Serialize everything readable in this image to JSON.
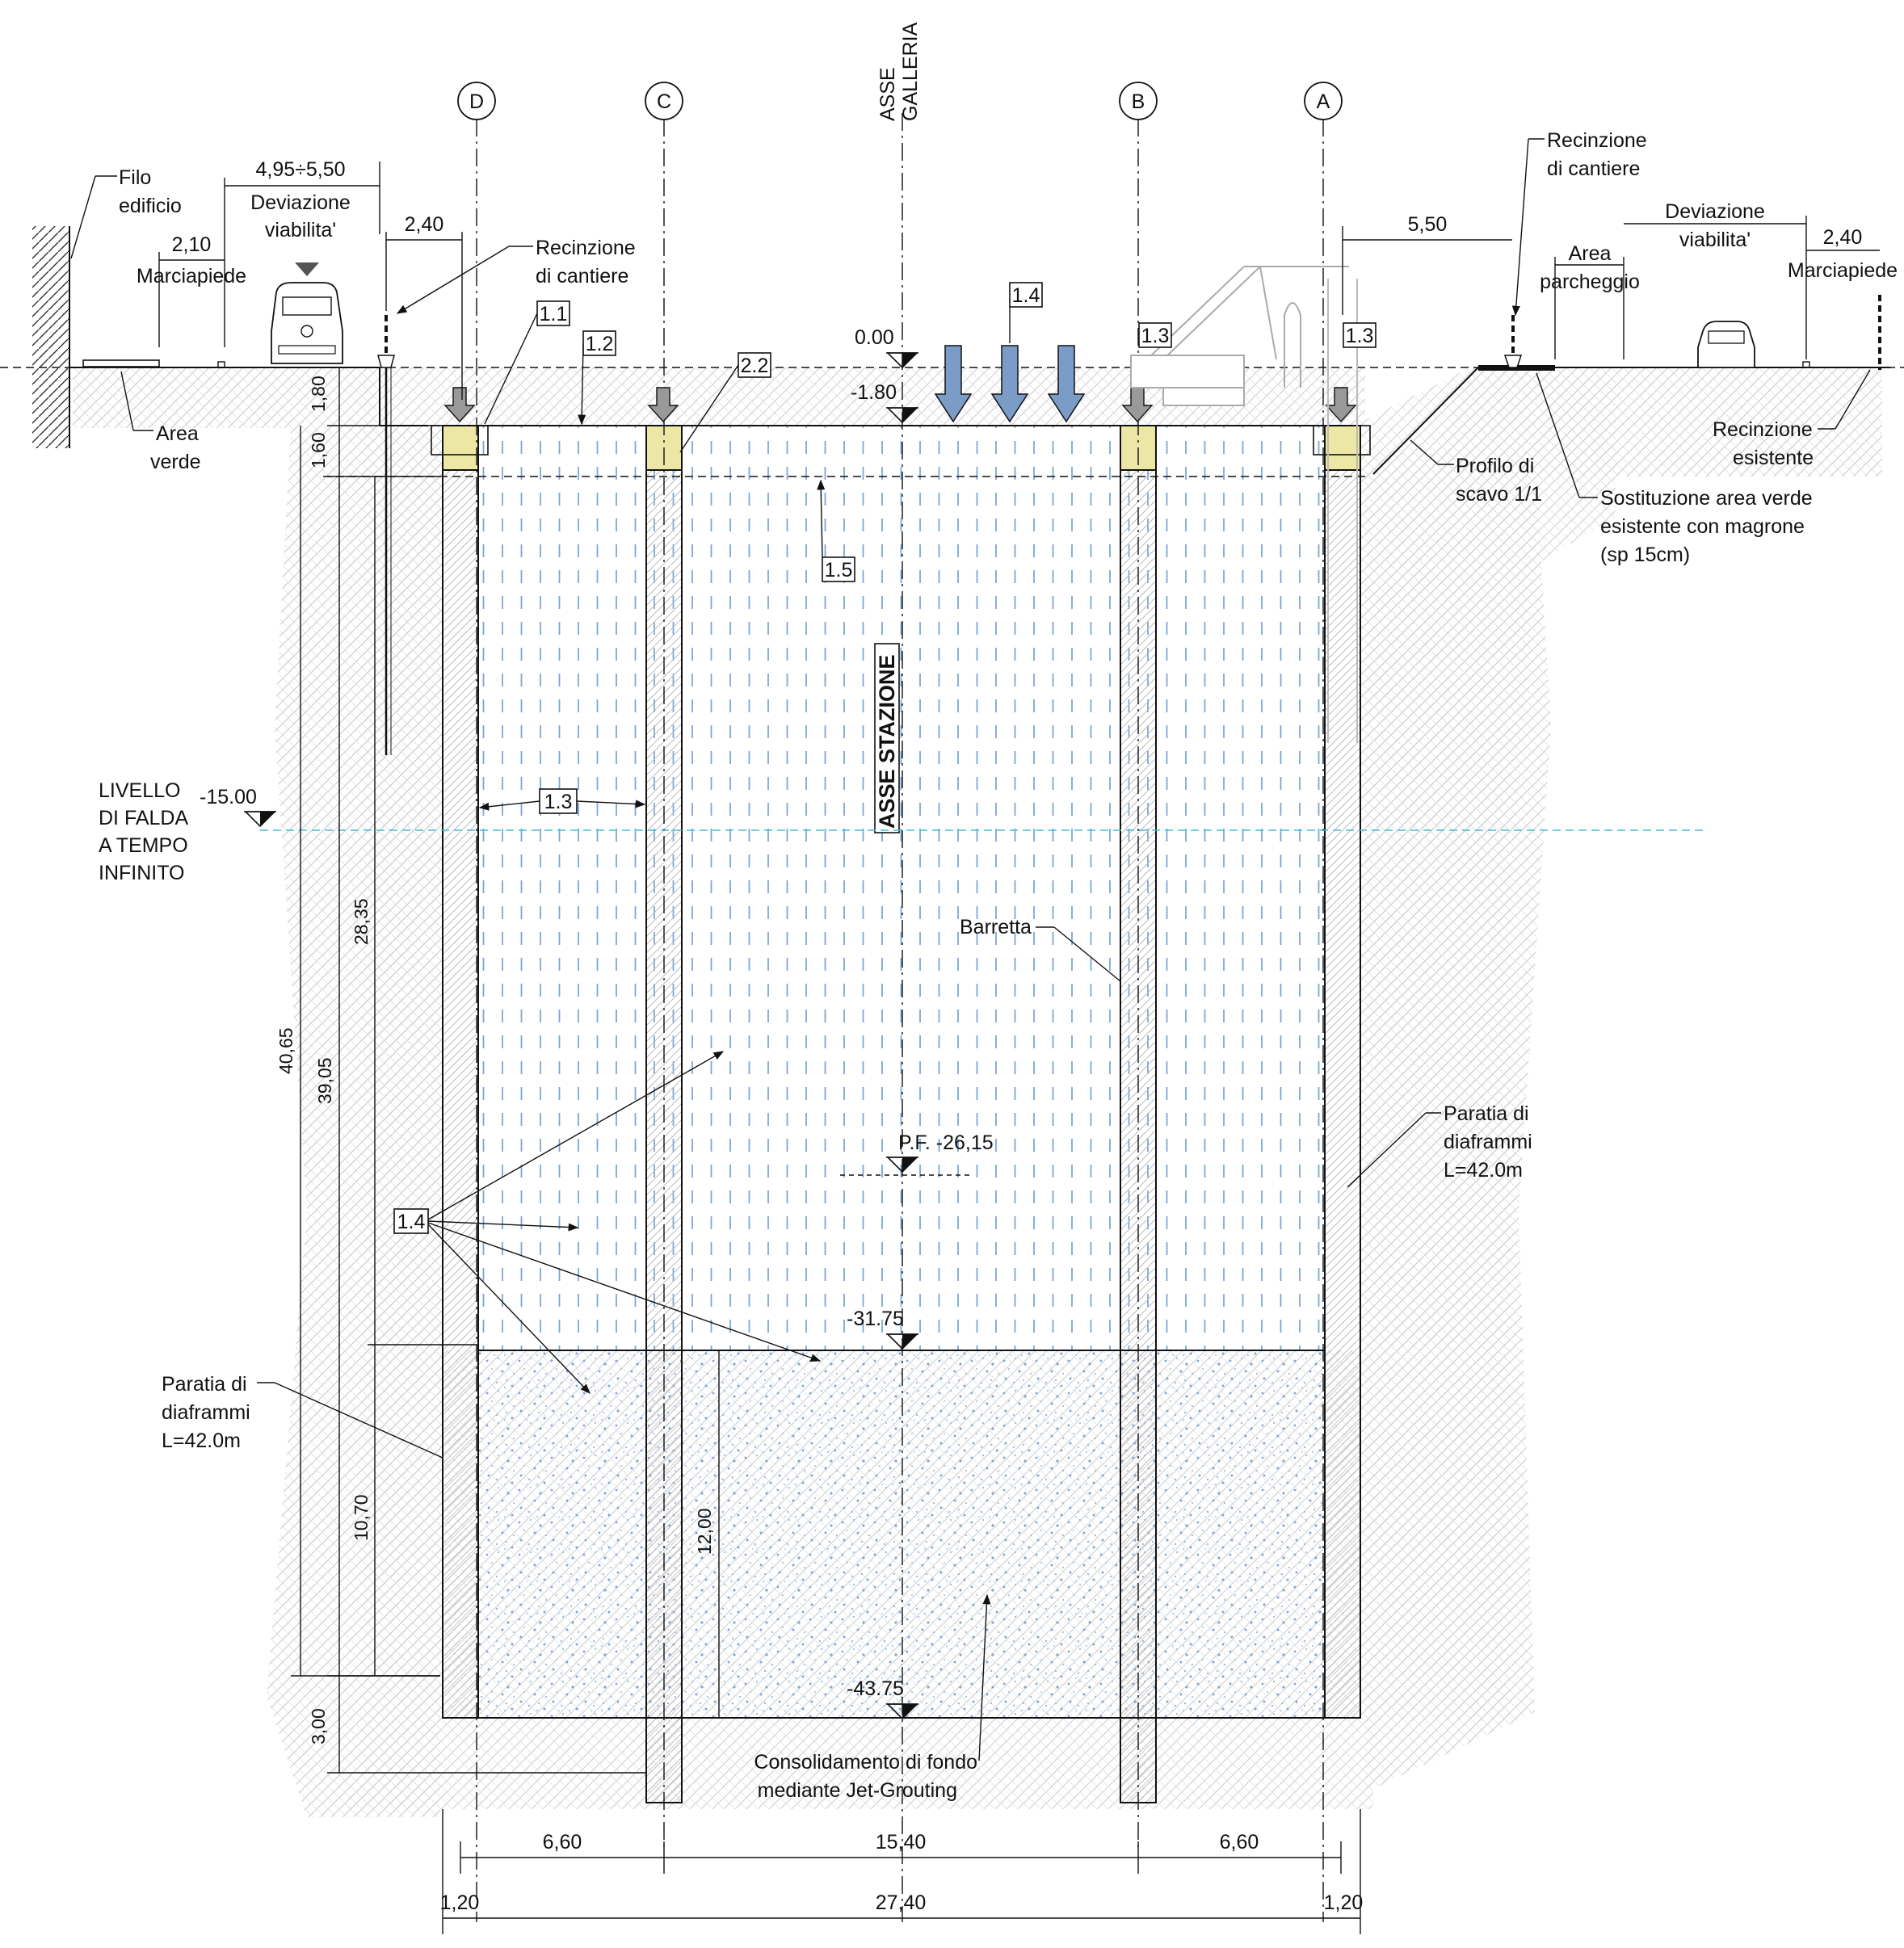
{
  "labels": {
    "asse_galleria_1": "ASSE",
    "asse_galleria_2": "GALLERIA",
    "asse_stazione": "ASSE STAZIONE",
    "filo_edificio_1": "Filo",
    "filo_edificio_2": "edificio",
    "area_verde_1": "Area",
    "area_verde_2": "verde",
    "dev_left_dim": "4,95÷5,50",
    "dev_left_1": "Deviazione",
    "dev_left_2": "viabilita'",
    "marc_left_dim": "2,10",
    "marc_left": "Marciapiede",
    "recinz_left_1": "Recinzione",
    "recinz_left_2": "di cantiere",
    "dim_240_left": "2,40",
    "recinz_right_1": "Recinzione",
    "recinz_right_2": "di cantiere",
    "dim_550": "5,50",
    "area_park_1": "Area",
    "area_park_2": "parcheggio",
    "dev_right_1": "Deviazione",
    "dev_right_2": "viabilita'",
    "dim_240_right": "2,40",
    "marc_right": "Marciapiede",
    "recinz_esist_1": "Recinzione",
    "recinz_esist_2": "esistente",
    "profilo_1": "Profilo di",
    "profilo_2": "scavo 1/1",
    "sost_1": "Sostituzione area verde",
    "sost_2": "esistente con magrone",
    "sost_3": "(sp 15cm)",
    "falda_1": "LIVELLO",
    "falda_2": "DI FALDA",
    "falda_3": "A TEMPO",
    "falda_4": "INFINITO",
    "barretta": "Barretta",
    "paratia_r_1": "Paratia di",
    "paratia_r_2": "diaframmi",
    "paratia_r_3": "L=42.0m",
    "paratia_l_1": "Paratia di",
    "paratia_l_2": "diaframmi",
    "paratia_l_3": "L=42.0m",
    "consol_1": "Consolidamento di fondo",
    "consol_2": "mediante Jet-Grouting"
  },
  "axes": {
    "D": "D",
    "C": "C",
    "B": "B",
    "A": "A"
  },
  "elevations": {
    "e000": "0.00",
    "e180": "-1.80",
    "e1500": "-15.00",
    "pf": "P.F.  -26,15",
    "e3175": "-31.75",
    "e4375": "-43.75"
  },
  "tags": {
    "t11": "1.1",
    "t12": "1.2",
    "t22": "2.2",
    "t14_top": "1.4",
    "t13_b": "1.3",
    "t13_a": "1.3",
    "t15": "1.5",
    "t13_mid": "1.3",
    "t14_left": "1.4"
  },
  "dimensions": {
    "v180": "1,80",
    "v160": "1,60",
    "v2835": "28,35",
    "v4065": "40,65",
    "v3905": "39,05",
    "v1070": "10,70",
    "v300": "3,00",
    "v1200": "12,00",
    "h660_l": "6,60",
    "h1540": "15,40",
    "h660_r": "6,60",
    "h120_l": "1,20",
    "h2740": "27,40",
    "h120_r": "1,20"
  },
  "colors": {
    "soil_hatch": "#cfcfcf",
    "excavation_dash": "#7aa7d6",
    "jet_grout_dots": "#7ea6d8",
    "pile_cap": "#ece7a4",
    "load_arrow": "#7a9cc6",
    "water_line": "#4fb7d8"
  }
}
